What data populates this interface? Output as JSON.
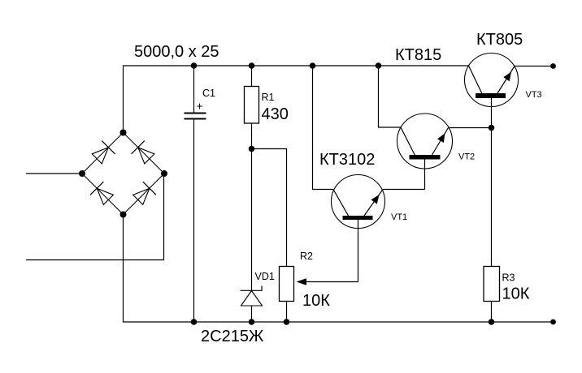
{
  "schematic": {
    "colors": {
      "ink": "#000000",
      "background": "#ffffff"
    },
    "components": {
      "c1": {
        "ref": "C1",
        "value": "5000,0 x 25",
        "polarity": "+"
      },
      "r1": {
        "ref": "R1",
        "value": "430"
      },
      "r2": {
        "ref": "R2",
        "value": "10К"
      },
      "r3": {
        "ref": "R3",
        "value": "10К"
      },
      "vd1": {
        "ref": "VD1",
        "type": "2С215Ж"
      },
      "vt1": {
        "ref": "VT1",
        "type": "КТ3102"
      },
      "vt2": {
        "ref": "VT2",
        "type": "КТ815"
      },
      "vt3": {
        "ref": "VT3",
        "type": "КТ805"
      }
    }
  }
}
